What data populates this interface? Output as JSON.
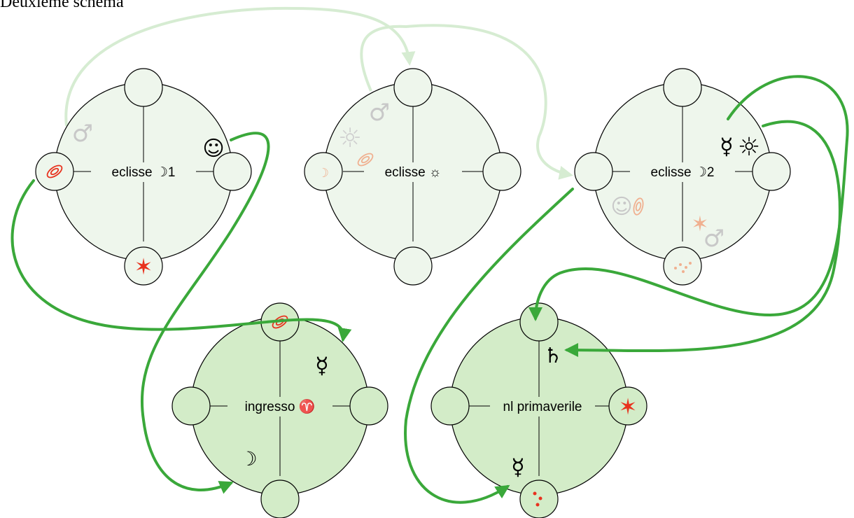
{
  "title": "Deuxième schéma",
  "charts": [
    {
      "label": "eclisse ☽1",
      "symbols": [
        "♂",
        "☺",
        "✶"
      ]
    },
    {
      "label": "eclisse ☼",
      "symbols": [
        "♂",
        "☼",
        "☽"
      ]
    },
    {
      "label": "eclisse ☽2",
      "symbols": [
        "☿",
        "☼",
        "☺",
        "✶",
        "♂"
      ]
    },
    {
      "label": "ingresso ♈",
      "symbols": [
        "☿",
        "☽"
      ]
    },
    {
      "label": "nl primaverile",
      "symbols": [
        "♄",
        "✶",
        "☿"
      ]
    }
  ],
  "colors": {
    "arrow": "#3aa83a",
    "arrow_faded": "#d6ecd2",
    "disc_light": "#eef6ec",
    "disc_dark": "#d3ecc8",
    "accent": "#e8321e"
  }
}
